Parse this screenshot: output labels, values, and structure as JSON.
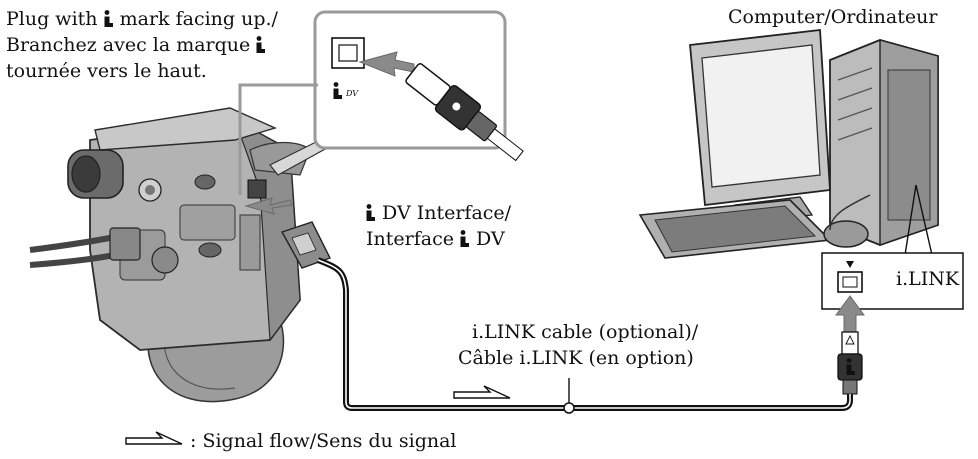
{
  "labels": {
    "plug_line1_pre": "Plug with",
    "plug_line1_post": "mark facing up./",
    "plug_line2_pre": "Branchez avec la marque",
    "plug_line3": "tournée vers le haut.",
    "computer": "Computer/Ordinateur",
    "dv_interface_line1": "DV Interface/",
    "dv_interface_line2_pre": "Interface",
    "dv_interface_line2_post": "DV",
    "ilink_port": "i.LINK",
    "cable_line1": "i.LINK cable (optional)/",
    "cable_line2": "Câble i.LINK (en option)",
    "signal_flow": ": Signal flow/Sens du signal",
    "port_dv_text": "DV"
  },
  "icons": {
    "ilink": "ilink-icon",
    "signal_arrow": "signal-flow-arrow-icon",
    "camcorder": "camcorder-icon",
    "computer": "computer-icon"
  },
  "colors": {
    "line": "#111111",
    "callout_border": "#9a9a9a",
    "arrow_gray": "#8a8a8a",
    "device_gray": "#a9a9a9",
    "device_dark": "#5f5f5f"
  }
}
